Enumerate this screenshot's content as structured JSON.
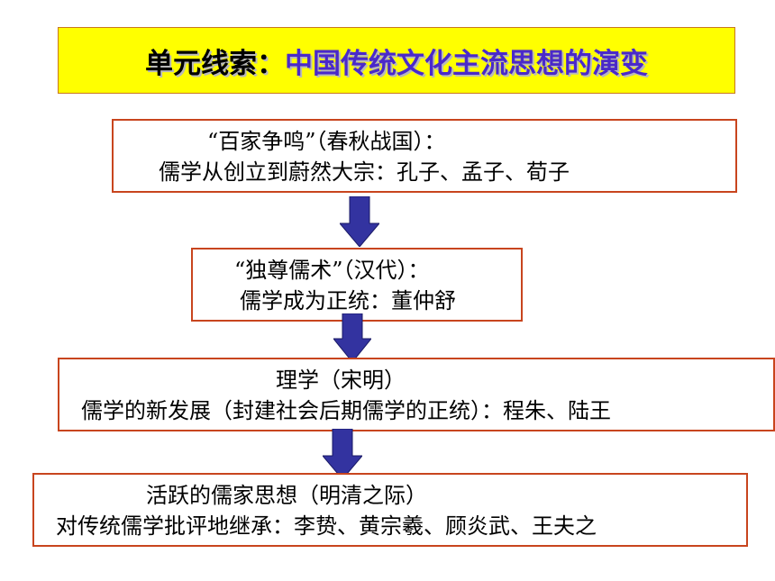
{
  "title": {
    "prefix": "单元线索：",
    "main": "中国传统文化主流思想的演变"
  },
  "stages": [
    {
      "heading": "“百家争鸣”（春秋战国）：",
      "detail": "儒学从创立到蔚然大宗：孔子、孟子、荀子"
    },
    {
      "heading": "“独尊儒术”（汉代）：",
      "detail": "儒学成为正统：董仲舒"
    },
    {
      "heading": "理学（宋明）",
      "detail": "儒学的新发展（封建社会后期儒学的正统）：程朱、陆王"
    },
    {
      "heading": "活跃的儒家思想（明清之际）",
      "detail": "对传统儒学批评地继承：李贽、黄宗羲、顾炎武、王夫之"
    }
  ],
  "colors": {
    "title_background": "#ffff00",
    "title_accent": "#4a29c9",
    "box_border": "#c8451e",
    "arrow_fill": "#3333a0"
  }
}
